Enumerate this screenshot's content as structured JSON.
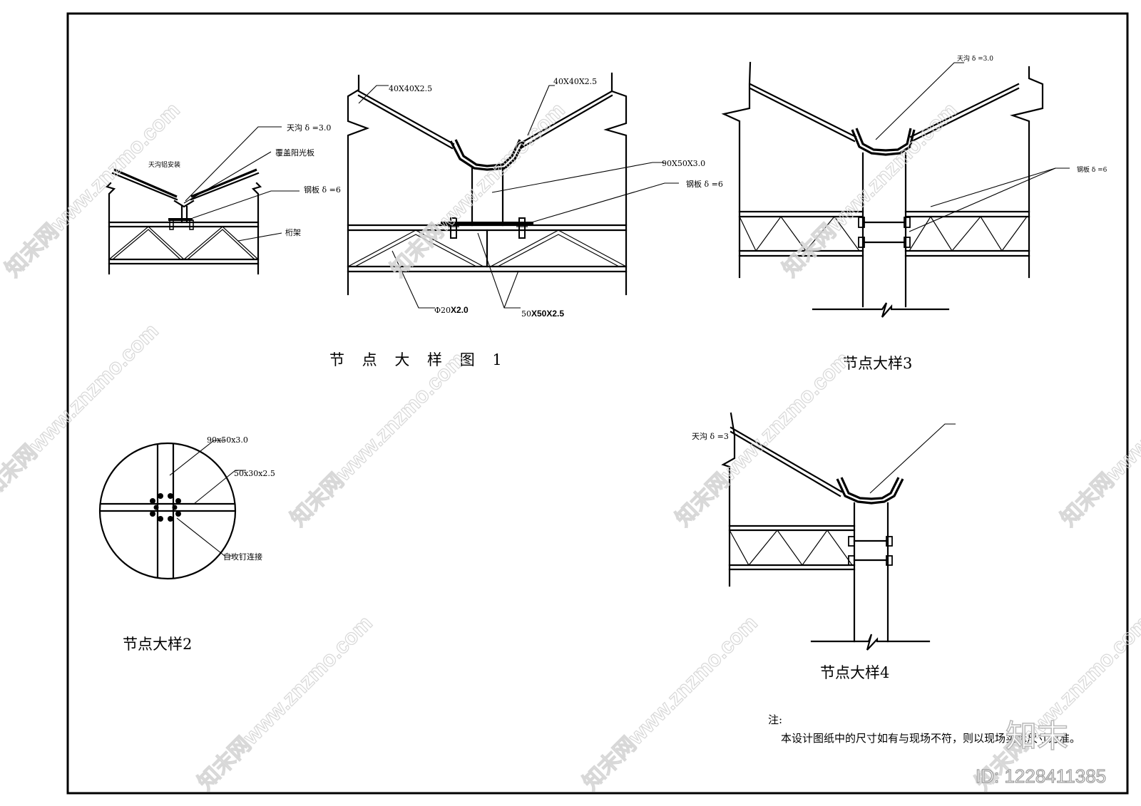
{
  "detail1": {
    "title": "节 点 大 样 图 1",
    "label_40x40_left": "40X40X2.5",
    "label_40x40_right": "40X40X2.5",
    "label_90x50": "90X50X3.0",
    "label_plate": "钢板 δ =6",
    "label_pipe_prefix": "Φ20",
    "label_pipe_suffix": "X2.0",
    "label_tube_prefix": "50",
    "label_tube_suffix": "X50X2.5"
  },
  "detail0": {
    "label_gutter": "天沟 δ =3.0",
    "label_cover": "覆盖阳光板",
    "label_plate": "钢板 δ =6",
    "label_truss": "桁架",
    "label_install": "天沟铝安装"
  },
  "detail2": {
    "title": "节点大样2",
    "label_90x50": "90x50x3.0",
    "label_50x30": "50x30x2.5",
    "label_screw": "自攻钉连接"
  },
  "detail3": {
    "title": "节点大样3",
    "label_gutter": "天沟 δ =3.0",
    "label_plate": "钢板 δ =6"
  },
  "detail4": {
    "title": "节点大样4",
    "label_gutter": "天沟 δ =3"
  },
  "notes": {
    "heading": "注:",
    "text": "本设计图纸中的尺寸如有与现场不符，则以现场实际尺寸为准。"
  },
  "watermark": {
    "site": "知末网www.znzmo.com",
    "brand": "知末",
    "id": "ID: 1228411385"
  }
}
